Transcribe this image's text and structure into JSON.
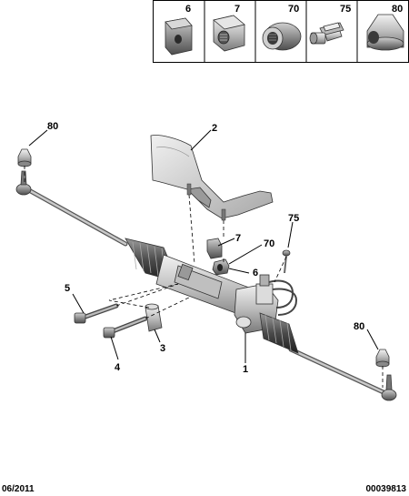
{
  "kit_box": {
    "items": [
      {
        "number": "6"
      },
      {
        "number": "7"
      },
      {
        "number": "70"
      },
      {
        "number": "75"
      },
      {
        "number": "80"
      }
    ]
  },
  "callouts": {
    "c80_top": "80",
    "c2": "2",
    "c75": "75",
    "c7": "7",
    "c70": "70",
    "c6": "6",
    "c5": "5",
    "c3": "3",
    "c4": "4",
    "c1": "1",
    "c80_bottom": "80"
  },
  "footer": {
    "date": "06/2011",
    "reference": "00039813"
  }
}
